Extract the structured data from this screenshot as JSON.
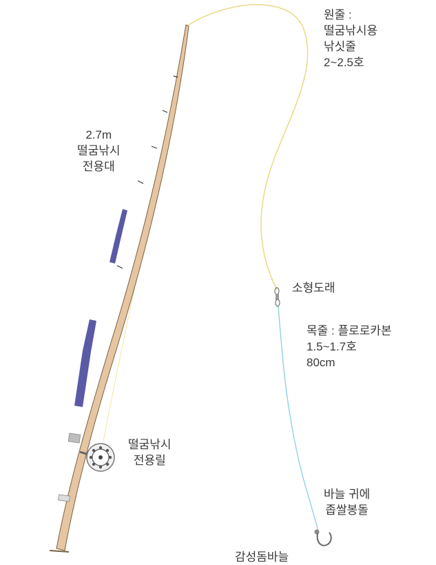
{
  "labels": {
    "main_line": [
      "원줄 :",
      "떨굼낚시용",
      "낚싯줄",
      "2~2.5호"
    ],
    "rod": [
      "2.7m",
      "떨굼낚시",
      "전용대"
    ],
    "swivel": [
      "소형도래"
    ],
    "leader": [
      "목줄 : 플로로카본",
      "1.5~1.7호",
      "80cm"
    ],
    "reel": [
      "떨굼낚시",
      "전용릴"
    ],
    "bait": [
      "바늘 귀에",
      "좁쌀봉돌"
    ],
    "hook": [
      "감성돔바늘"
    ]
  },
  "colors": {
    "main_line": "#e9dc8a",
    "leader_line": "#8fd0e6",
    "rod_body": "#e6c6a2",
    "rod_band": "#5a5aa6",
    "rod_outline": "#7a6040"
  }
}
